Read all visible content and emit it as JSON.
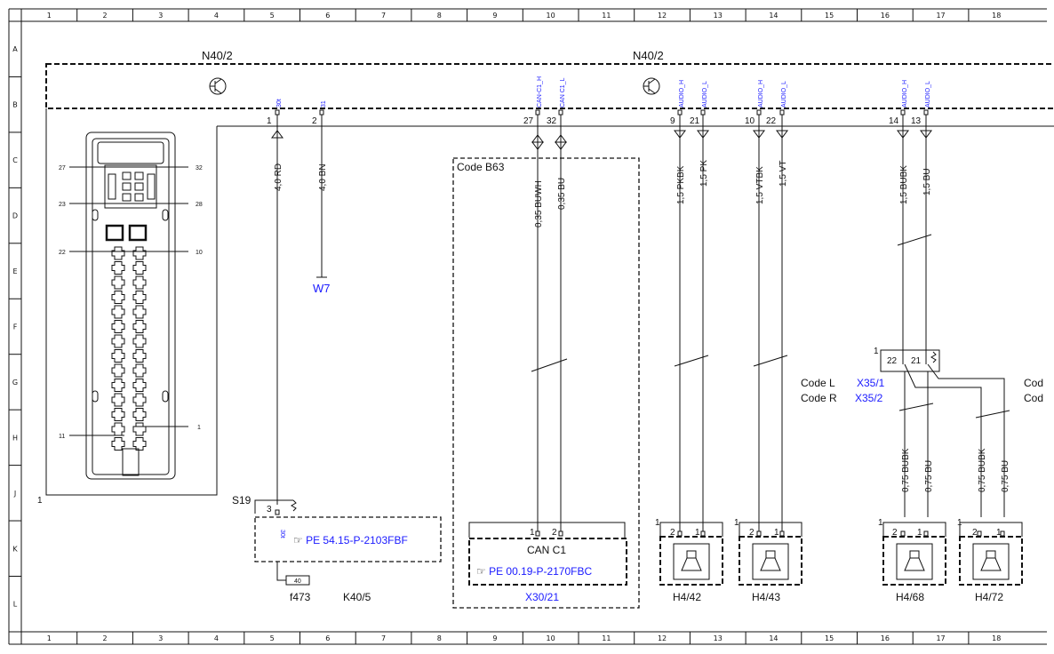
{
  "grid": {
    "columns": [
      "1",
      "2",
      "3",
      "4",
      "5",
      "6",
      "7",
      "8",
      "9",
      "10",
      "11",
      "12",
      "13",
      "14",
      "15",
      "16",
      "17",
      "18"
    ],
    "rows": [
      "A",
      "B",
      "C",
      "D",
      "E",
      "F",
      "G",
      "H",
      "J",
      "K",
      "L"
    ]
  },
  "modules": {
    "n40_left": "N40/2",
    "n40_right": "N40/2"
  },
  "connector_pins": {
    "p27": "27",
    "p32": "32",
    "p23": "23",
    "p28": "28",
    "p22": "22",
    "p10": "10",
    "p11": "11",
    "p1": "1",
    "corner": "1"
  },
  "power": {
    "pin_a": "1",
    "sig_a": "30t",
    "wire_a": "4,0 RD",
    "pin_b": "2",
    "sig_b": "31",
    "wire_b": "4,0 BN",
    "ground_label": "W7"
  },
  "can": {
    "pin_h": "27",
    "sig_h": "CAN-C1_H",
    "wire_h": "0,35 BUWH",
    "pin_l": "32",
    "sig_l": "CAN C1_L",
    "wire_l": "0,35 BU",
    "code_box": "Code B63",
    "label": "CAN C1",
    "bottom_pin_1": "1",
    "bottom_pin_2": "2",
    "ref": "PE 00.19-P-2170FBC",
    "connector": "X30/21"
  },
  "switch": {
    "name": "S19",
    "pin": "3",
    "sig": "30t",
    "ref": "PE 54.15-P-2103FBF",
    "fuse": "40",
    "fuse_name": "f473",
    "relay": "K40/5"
  },
  "speakers": [
    {
      "pin_h": "9",
      "sig_h": "AUDIO_H",
      "pin_l": "21",
      "sig_l": "AUDIO_L",
      "wire_h": "1,5 PKBK",
      "wire_l": "1,5 PK",
      "name": "H4/42",
      "p2": "2",
      "p1": "1",
      "corner": "1"
    },
    {
      "pin_h": "10",
      "sig_h": "AUDIO_H",
      "pin_l": "22",
      "sig_l": "AUDIO_L",
      "wire_h": "1,5 VTBK",
      "wire_l": "1,5 VT",
      "name": "H4/43",
      "p2": "2",
      "p1": "1",
      "corner": "1"
    },
    {
      "pin_h": "14",
      "sig_h": "AUDIO_H",
      "pin_l": "13",
      "sig_l": "AUDIO_L",
      "wire_h": "1,5 BUBK",
      "wire_l": "1,5 BU",
      "name": "H4/68",
      "p2": "2",
      "p1": "1",
      "corner": "1"
    },
    {
      "name": "H4/72",
      "p2": "2",
      "p1": "1",
      "corner": "1"
    }
  ],
  "junction": {
    "corner": "1",
    "pin_a": "22",
    "pin_b": "21",
    "code_l": "Code L",
    "code_r": "Code R",
    "conn_l": "X35/1",
    "conn_r": "X35/2",
    "cut_1": "Cod",
    "cut_2": "Cod"
  },
  "lower_wires": {
    "w1": "0,75 BUBK",
    "w2": "0,75 BU",
    "w3": "0,75 BUBK",
    "w4": "0,75 BU"
  },
  "left_frame_corner": "1",
  "colors": {
    "line": "#111111",
    "link": "#1a1aff"
  }
}
